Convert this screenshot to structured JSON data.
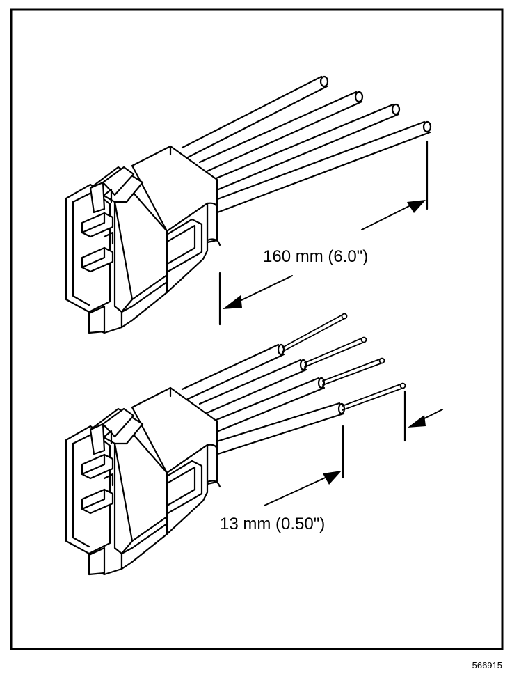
{
  "figure": {
    "dimension_long": "160 mm (6.0\")",
    "dimension_short": "13 mm (0.50\")",
    "figure_number": "566915"
  }
}
